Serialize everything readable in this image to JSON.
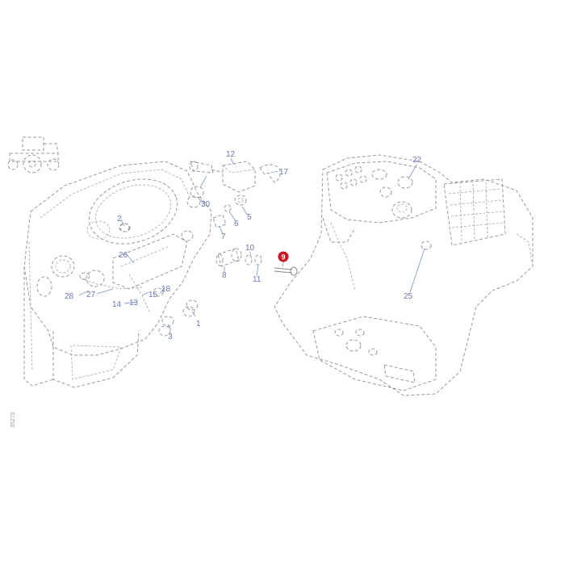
{
  "callouts": {
    "c1": "1",
    "c2": "2",
    "c3": "3",
    "c5": "5",
    "c6": "6",
    "c7": "7",
    "c8": "8",
    "c9": "9",
    "c10": "10",
    "c11": "11",
    "c12": "12",
    "c13": "13",
    "c14": "14",
    "c15": "15",
    "c17": "17",
    "c18": "18",
    "c22": "22",
    "c25": "25",
    "c26": "26",
    "c27": "27",
    "c28": "28",
    "c30": "30"
  },
  "highlight_color": "#cc1122",
  "callout_color": "#6a78b8",
  "side_id": "35270",
  "icons": [
    "tractor-icon"
  ]
}
